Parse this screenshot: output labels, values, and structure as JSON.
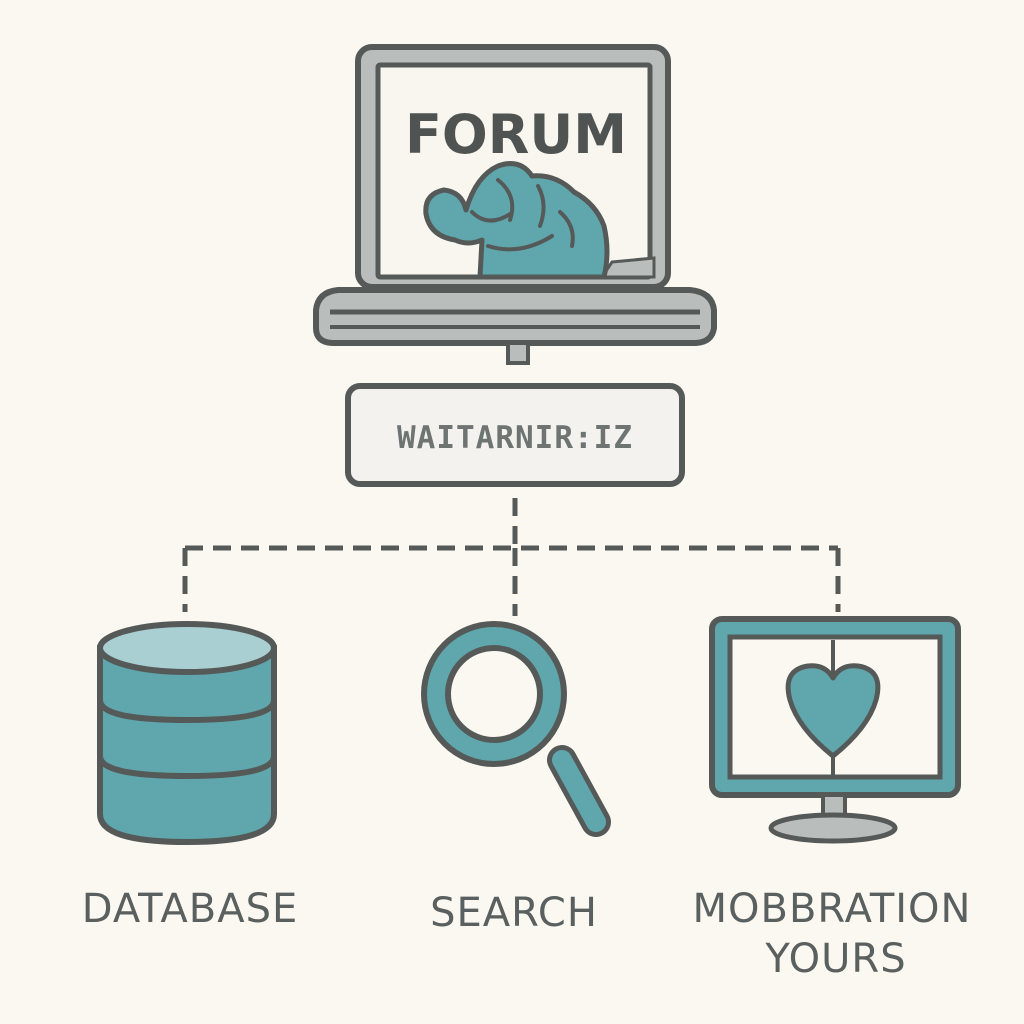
{
  "colors": {
    "background": "#fbf8f1",
    "outline": "#555a59",
    "teal": "#5fa7ad",
    "teal_light": "#a9cfd2",
    "gray_fill": "#b9bdbb",
    "screen_fill": "#f8f6ef"
  },
  "top": {
    "screen_title": "FORUM",
    "screen_icon": "forum-mascot-icon",
    "caption_box_text": "WAITARNIR:IZ"
  },
  "nodes": [
    {
      "id": "database",
      "icon": "database-icon",
      "label_lines": [
        "DATABASE"
      ]
    },
    {
      "id": "search",
      "icon": "magnifier-icon",
      "label_lines": [
        "SEARCH"
      ]
    },
    {
      "id": "moderation",
      "icon": "monitor-heart-icon",
      "label_lines": [
        "MOBBRATION",
        "YOURS"
      ]
    }
  ]
}
